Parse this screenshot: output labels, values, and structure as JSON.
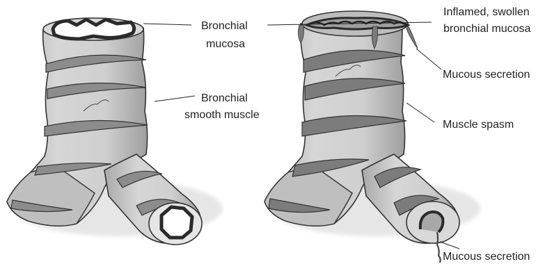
{
  "labels": {
    "bronchial_mucosa_line1": "Bronchial",
    "bronchial_mucosa_line2": "mucosa",
    "bronchial_smooth_muscle_line1": "Bronchial",
    "bronchial_smooth_muscle_line2": "smooth muscle",
    "inflamed_line1": "Inflamed, swollen",
    "inflamed_line2": "bronchial mucosa",
    "mucous_secretion_top": "Mucous secretion",
    "muscle_spasm": "Muscle spasm",
    "mucous_secretion_bottom": "Mucous secretion"
  },
  "colors": {
    "tube_fill": "#c9c9c9",
    "tube_stroke": "#333333",
    "muscle_band": "#8c8c8c",
    "mucosa_dark": "#2b2b2b",
    "leader_line": "#222222"
  }
}
